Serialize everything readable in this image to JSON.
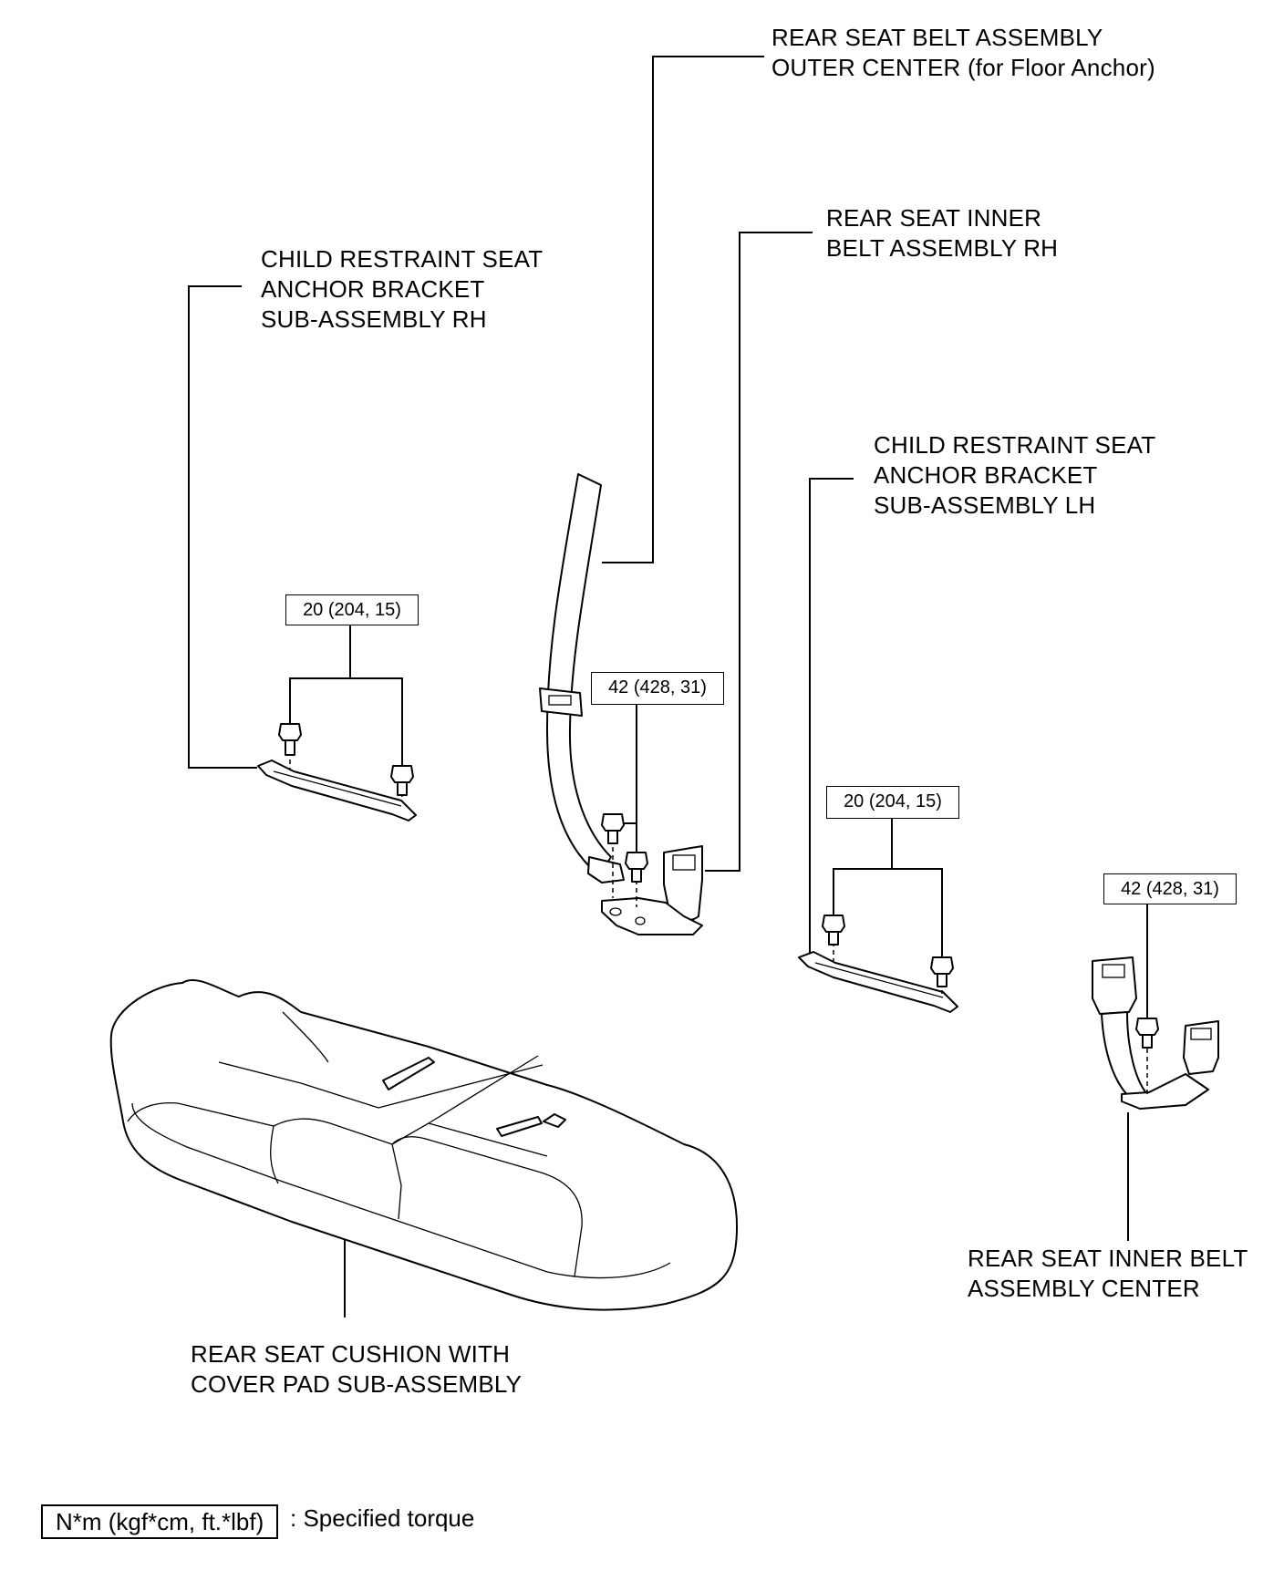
{
  "labels": {
    "outer_center_belt": {
      "line1": "REAR SEAT BELT ASSEMBLY",
      "line2": "OUTER CENTER (for Floor Anchor)"
    },
    "inner_belt_rh": {
      "line1": "REAR SEAT INNER",
      "line2": "BELT ASSEMBLY RH"
    },
    "child_anchor_rh": {
      "line1": "CHILD RESTRAINT SEAT",
      "line2": "ANCHOR BRACKET",
      "line3": "SUB-ASSEMBLY RH"
    },
    "child_anchor_lh": {
      "line1": "CHILD RESTRAINT SEAT",
      "line2": "ANCHOR BRACKET",
      "line3": "SUB-ASSEMBLY LH"
    },
    "inner_belt_center": {
      "line1": "REAR SEAT INNER BELT",
      "line2": "ASSEMBLY CENTER"
    },
    "seat_cushion": {
      "line1": "REAR SEAT CUSHION WITH",
      "line2": "COVER PAD SUB-ASSEMBLY"
    }
  },
  "torques": {
    "rh_bracket": "20 (204, 15)",
    "rh_belt": "42 (428, 31)",
    "lh_bracket": "20 (204, 15)",
    "center_belt": "42 (428, 31)"
  },
  "legend": {
    "box": "N*m (kgf*cm, ft.*lbf)",
    "text": ": Specified torque"
  }
}
